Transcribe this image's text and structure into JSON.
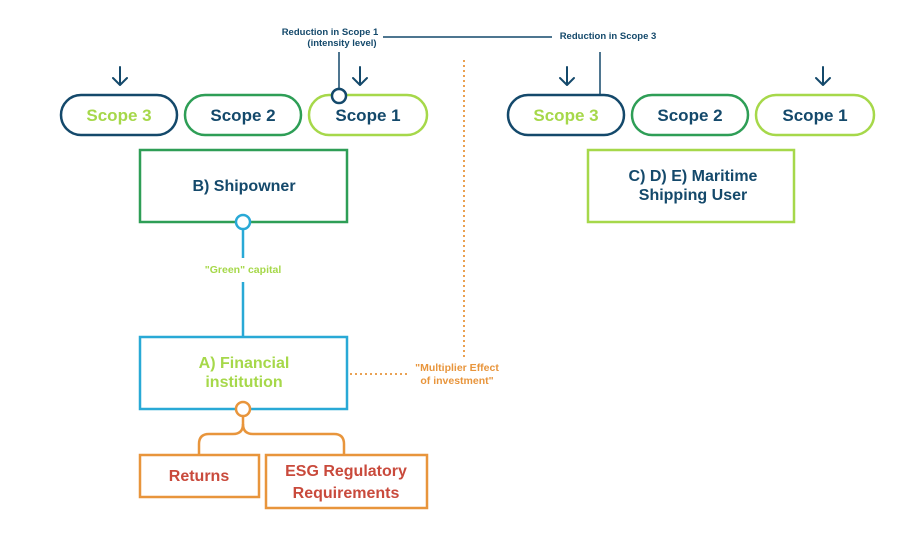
{
  "colors": {
    "navy": "#14496b",
    "green": "#2e9e56",
    "lime": "#a6d84a",
    "blue": "#29a9d6",
    "orange": "#e8953c",
    "red": "#c94a3c"
  },
  "annotations": {
    "reduction_scope1_line1": "Reduction in Scope 1",
    "reduction_scope1_line2": "(intensity level)",
    "reduction_scope3": "Reduction in Scope 3",
    "green_capital": "\"Green\" capital",
    "multiplier_line1": "\"Multiplier Effect",
    "multiplier_line2": "of investment\""
  },
  "left_scopes": [
    "Scope 3",
    "Scope 2",
    "Scope 1"
  ],
  "right_scopes": [
    "Scope 3",
    "Scope 2",
    "Scope 1"
  ],
  "boxes": {
    "shipowner": "B) Shipowner",
    "maritime_line1": "C) D) E) Maritime",
    "maritime_line2": "Shipping User",
    "financial_line1": "A) Financial",
    "financial_line2": "institution",
    "returns": "Returns",
    "esg_line1": "ESG Regulatory",
    "esg_line2": "Requirements"
  },
  "icons": {
    "arrow": "down-arrow-icon",
    "node": "connector-node-icon"
  }
}
